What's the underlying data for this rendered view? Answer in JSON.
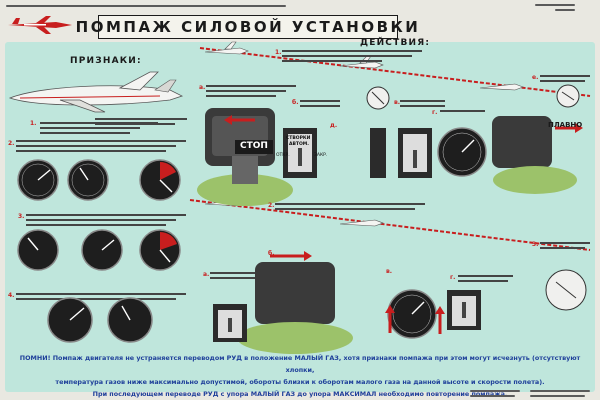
{
  "title": "ПОМПАЖ СИЛОВОЙ УСТАНОВКИ",
  "sections": {
    "signs": "ПРИЗНАКИ:",
    "actions": "ДЕЙСТВИЯ:"
  },
  "signs": {
    "step1_num": "1.",
    "step2_num": "2.",
    "step3_num": "3.",
    "step4_num": "4."
  },
  "actions": {
    "step1_num": "1.",
    "step1_sub": [
      "а.",
      "б.",
      "в.",
      "г.",
      "д.",
      "е."
    ],
    "step2_num": "2.",
    "step2_sub": [
      "а.",
      "б.",
      "в.",
      "г."
    ],
    "step3_num": "3.",
    "stop_label": "СТОП",
    "smooth_label": "ПЛАВНО",
    "flaps": {
      "title": "СТВОРКИ",
      "mode": "АВТОМ.",
      "open": "ОТКР.",
      "close": "ЗАКР."
    }
  },
  "warning": {
    "line1": "ПОМНИ! Помпаж двигателя не устраняется переводом РУД в положение МАЛЫЙ ГАЗ, хотя признаки помпажа при этом могут исчезнуть (отсутствуют хлопки,",
    "line2": "температура газов ниже максимально допустимой, обороты близки к оборотам малого газа на данной высоте и скорости полета).",
    "line3": "При последующем переводе РУД с упора МАЛЫЙ ГАЗ до упора МАКСИМАЛ необходимо повторение помпажа."
  },
  "colors": {
    "panel": "#bfe6dc",
    "accent": "#c81e1e",
    "warning_text": "#1e3f9a",
    "ink": "#1a1a1a"
  }
}
